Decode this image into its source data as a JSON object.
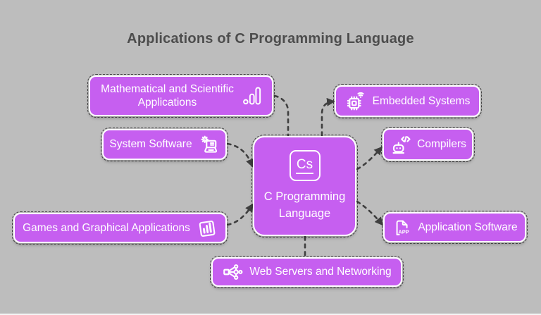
{
  "title": "Applications of C Programming Language",
  "colors": {
    "background": "#bdbdbd",
    "node_fill": "#c65ff0",
    "node_border": "#ffffff",
    "connector": "#3f3f3f",
    "label_text": "#ffffff",
    "title_text": "#4d4d4d"
  },
  "center": {
    "label": "C Programming Language",
    "icon": "cs-element-icon",
    "icon_text": "Cs"
  },
  "nodes": [
    {
      "id": "mathematical",
      "label": "Mathematical and Scientific Applications",
      "icon": "bar-chart-icon",
      "icon_side": "right"
    },
    {
      "id": "system",
      "label": "System Software",
      "icon": "laptop-gear-icon",
      "icon_side": "right"
    },
    {
      "id": "games",
      "label": "Games and Graphical Applications",
      "icon": "games-graphics-icon",
      "icon_side": "right"
    },
    {
      "id": "embedded",
      "label": "Embedded Systems",
      "icon": "chip-wifi-icon",
      "icon_side": "left"
    },
    {
      "id": "compilers",
      "label": "Compilers",
      "icon": "robot-code-icon",
      "icon_side": "left"
    },
    {
      "id": "application",
      "label": "Application Software",
      "icon": "app-file-icon",
      "icon_side": "left",
      "icon_text": "APP"
    },
    {
      "id": "webservers",
      "label": "Web Servers and Networking",
      "icon": "network-cluster-icon",
      "icon_side": "left"
    }
  ]
}
